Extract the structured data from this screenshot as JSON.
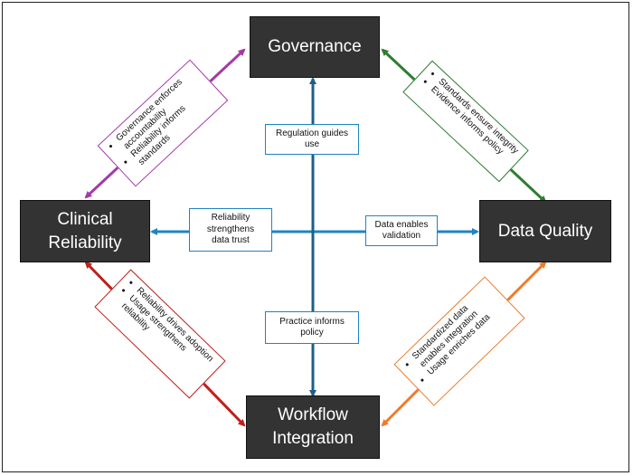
{
  "colors": {
    "governance_clinical": "#a43aa8",
    "governance_data": "#2f7d32",
    "clinical_workflow": "#c0201b",
    "data_workflow": "#ef7b2a",
    "center": "#1f84c1",
    "vertical": "#1d5f87",
    "node_bg": "#333333"
  },
  "nodes": {
    "governance": "Governance",
    "clinical": "Clinical\nReliability",
    "data_quality": "Data Quality",
    "workflow": "Workflow\nIntegration"
  },
  "center_labels": {
    "regulation": "Regulation guides\nuse",
    "reliability": "Reliability\nstrengthens\ndata trust",
    "data_enables": "Data enables\nvalidation",
    "practice": "Practice informs\npolicy"
  },
  "edge_boxes": {
    "gov_clinical": [
      "Governance enforces accountability",
      "Reliability informs standards"
    ],
    "gov_data": [
      "Standards ensure integrity",
      "Evidence informs policy"
    ],
    "clinical_workflow": [
      "Reliability drives adoption",
      "Usage strengthens reliability"
    ],
    "data_workflow": [
      "Standardized data enables integration",
      "Usage enriches data"
    ]
  }
}
